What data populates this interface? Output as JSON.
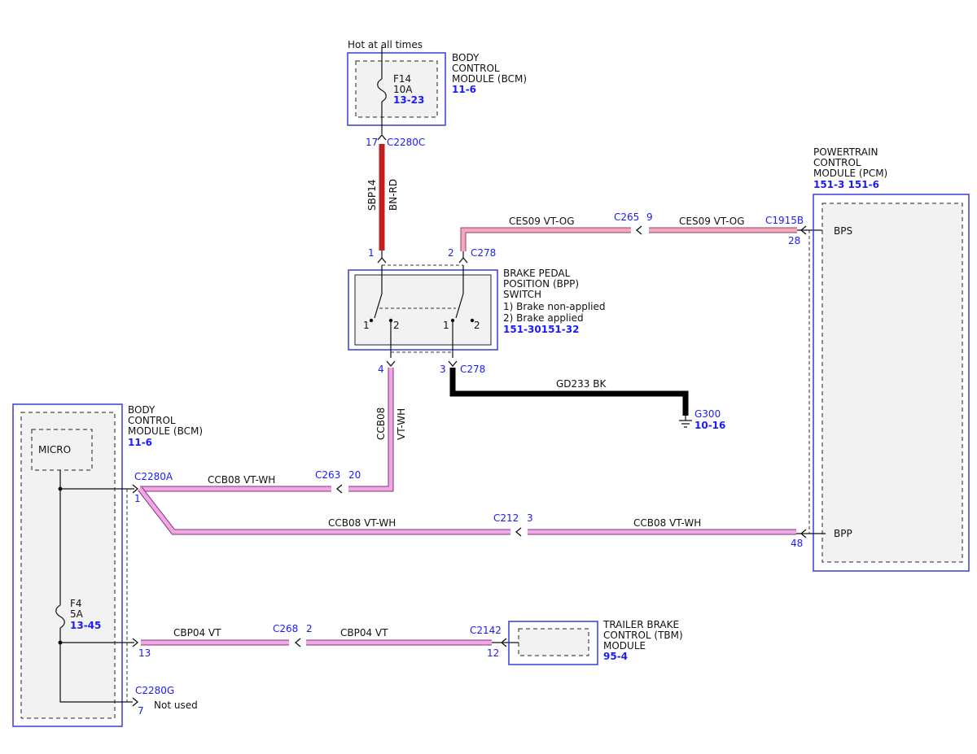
{
  "bcm_top": {
    "hot_label": "Hot at all times",
    "title_lines": [
      "BODY",
      "CONTROL",
      "MODULE (BCM)"
    ],
    "ref": "11-6",
    "fuse_name": "F14",
    "fuse_rating": "10A",
    "fuse_ref": "13-23"
  },
  "c2280c": {
    "pin": "17",
    "name": "C2280C"
  },
  "wire_sbp14": {
    "circuit": "SBP14",
    "color": "BN-RD"
  },
  "bpp_switch": {
    "title_lines": [
      "BRAKE PEDAL",
      "POSITION (BPP)",
      "SWITCH"
    ],
    "state1": "1) Brake non-applied",
    "state2": "2) Brake applied",
    "ref": "151-30151-32",
    "pin1": "1",
    "pin2": "2",
    "pin3": "3",
    "pin4": "4",
    "connector_top": "C278",
    "connector_bottom": "C278",
    "contact_l1": "1",
    "contact_l2": "2",
    "contact_r1": "1",
    "contact_r2": "2"
  },
  "pcm": {
    "title_lines": [
      "POWERTRAIN",
      "CONTROL",
      "MODULE (PCM)"
    ],
    "ref": "151-3 151-6",
    "connector": "C1915B",
    "bps_pin": "28",
    "bps_label": "BPS",
    "bpp_pin": "48",
    "bpp_label": "BPP"
  },
  "wire_ces09": {
    "left_label": "CES09  VT-OG",
    "right_label": "CES09  VT-OG",
    "inline": "C265",
    "inline_pin": "9"
  },
  "ground": {
    "wire_label": "GD233  BK",
    "name": "G300",
    "ref": "10-16"
  },
  "wire_ccb08": {
    "vert_circuit": "CCB08",
    "vert_color": "VT-WH",
    "upper_label": "CCB08  VT-WH",
    "c263": "C263",
    "c263_pin": "20",
    "lower_left_label": "CCB08   VT-WH",
    "c212": "C212",
    "c212_pin": "3",
    "lower_right_label": "CCB08   VT-WH"
  },
  "bcm_left": {
    "title_lines": [
      "BODY",
      "CONTROL",
      "MODULE (BCM)"
    ],
    "ref": "11-6",
    "micro": "MICRO",
    "connector_a": "C2280A",
    "pin_a": "1",
    "fuse_name": "F4",
    "fuse_rating": "5A",
    "fuse_ref": "13-45",
    "pin_13": "13",
    "connector_g": "C2280G",
    "pin_7": "7",
    "not_used": "Not used"
  },
  "wire_cbp04": {
    "left_label": "CBP04  VT",
    "c268": "C268",
    "c268_pin": "2",
    "right_label": "CBP04  VT",
    "c2142": "C2142",
    "pin": "12"
  },
  "tbm": {
    "title_lines": [
      "TRAILER BRAKE",
      "CONTROL (TBM)",
      "MODULE"
    ],
    "ref": "95-4"
  }
}
